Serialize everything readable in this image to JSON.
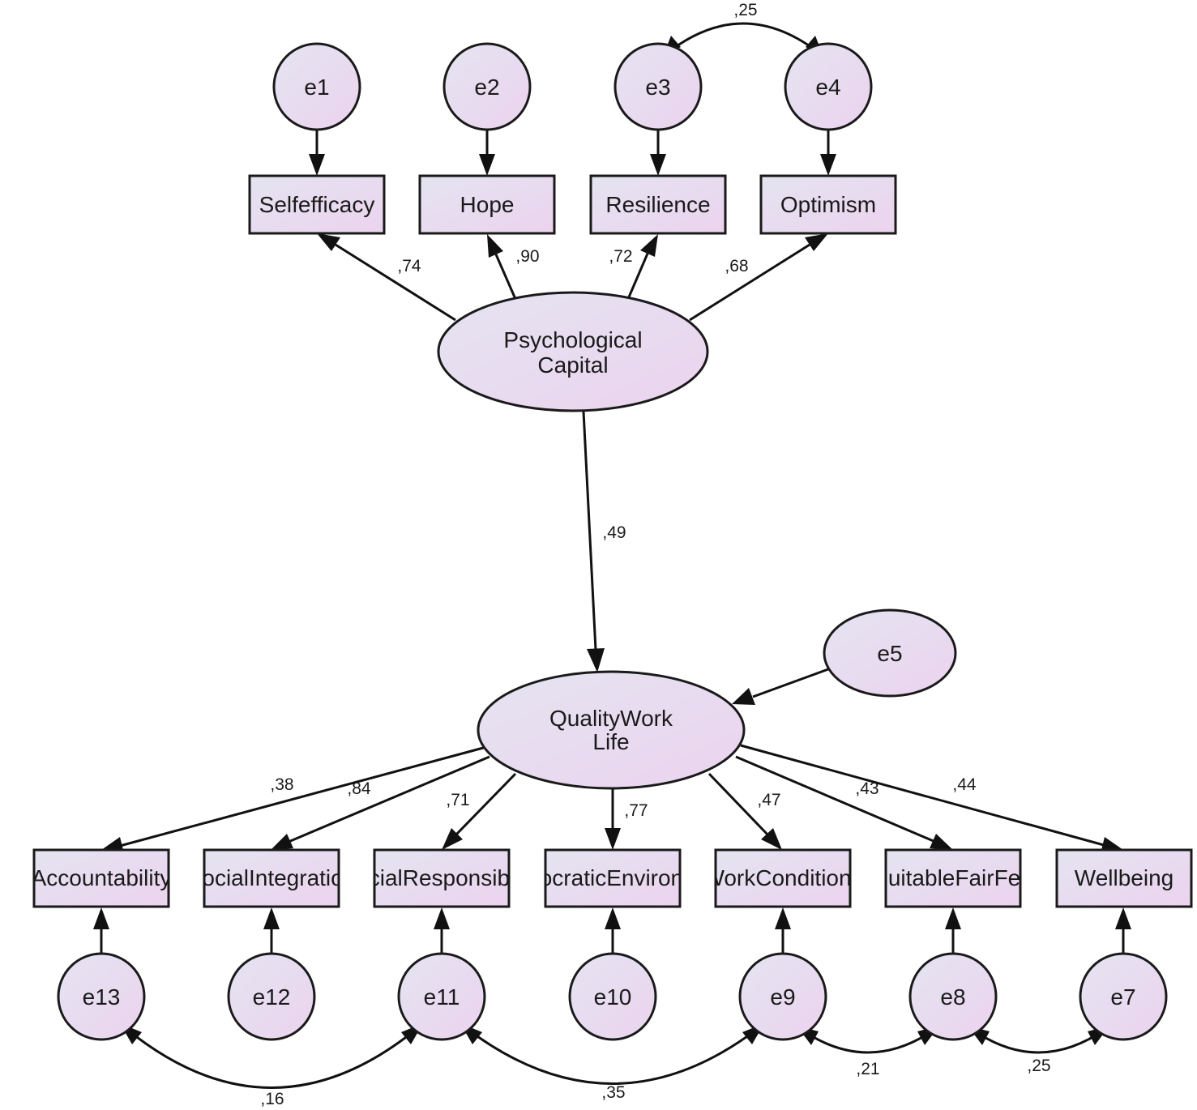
{
  "colors": {
    "node_fill_start": "#e4e4f0",
    "node_fill_end": "#ecd3ef",
    "stroke": "#1a1a1a",
    "background": "#ffffff"
  },
  "latents": {
    "psycap": [
      "Psychological",
      "Capital"
    ],
    "qwl": [
      "QualityWork",
      "Life"
    ]
  },
  "errors": {
    "e1": "e1",
    "e2": "e2",
    "e3": "e3",
    "e4": "e4",
    "e5": "e5",
    "e7": "e7",
    "e8": "e8",
    "e9": "e9",
    "e10": "e10",
    "e11": "e11",
    "e12": "e12",
    "e13": "e13"
  },
  "observed": {
    "selfefficacy": "Selfefficacy",
    "hope": "Hope",
    "resilience": "Resilience",
    "optimism": "Optimism",
    "accountability": "Accountability",
    "social_integration": "SocialIntegration",
    "social_responsibility": "SocialResponsibility",
    "democratic_environment": "DemocraticEnvironment",
    "work_conditions": "WorkConditions",
    "suitable_fair_fee": "SuitableFairFee",
    "wellbeing": "Wellbeing"
  },
  "coefficients": {
    "selfefficacy": ",74",
    "hope": ",90",
    "resilience": ",72",
    "optimism": ",68",
    "psycap_qwl": ",49",
    "accountability": ",38",
    "social_integration": ",84",
    "social_responsibility": ",71",
    "democratic_environment": ",77",
    "work_conditions": ",47",
    "suitable_fair_fee": ",43",
    "wellbeing": ",44",
    "cov_e3_e4": ",25",
    "cov_e13_e11": ",16",
    "cov_e11_e9": ",35",
    "cov_e9_e8": ",21",
    "cov_e8_e7": ",25"
  }
}
